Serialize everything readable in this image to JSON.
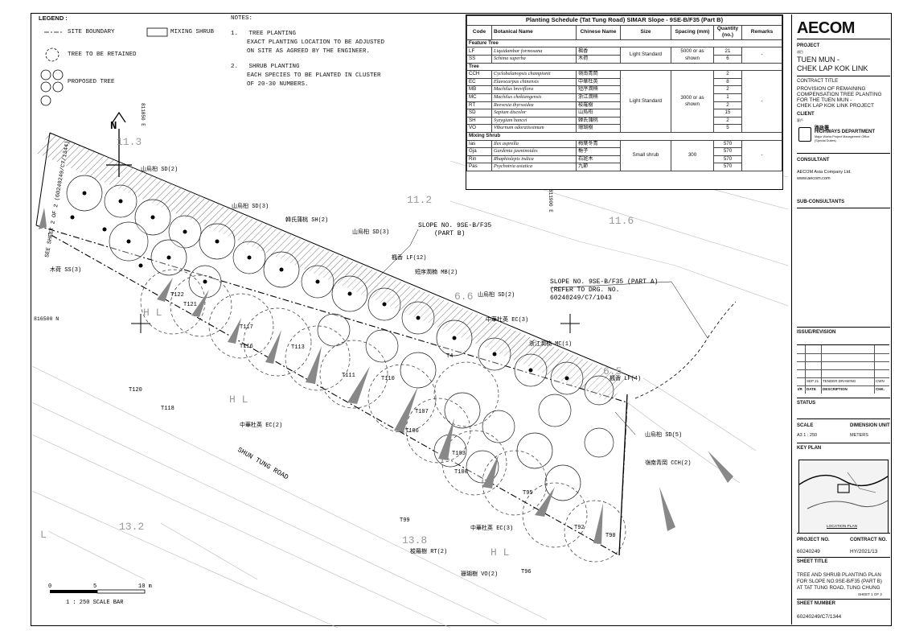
{
  "legend": {
    "title": "LEGEND :",
    "site_boundary": "SITE BOUNDARY",
    "mixing_shrub": "MIXING SHRUB",
    "tree_retained": "TREE TO BE RETAINED",
    "proposed_tree": "PROPOSED TREE"
  },
  "notes": {
    "title": "NOTES:",
    "n1_num": "1.",
    "n1_title": "TREE PLANTING",
    "n1_l1": "EXACT PLANTING LOCATION TO BE ADJUSTED",
    "n1_l2": "ON SITE AS AGREED BY THE ENGINEER.",
    "n2_num": "2.",
    "n2_title": "SHRUB PLANTING",
    "n2_l1": "EACH SPECIES TO BE PLANTED IN CLUSTER",
    "n2_l2": "OF 20-30 NUMBERS."
  },
  "schedule": {
    "title": "Planting Schedule (Tat Tung Road) SIMAR Slope - 9SE-B/F35 (Part B)",
    "headers": [
      "Code",
      "Botanical Name",
      "Chinese Name",
      "Size",
      "Spacing (mm)",
      "Quantity (no.)",
      "Remarks"
    ],
    "groups": [
      {
        "name": "Feature Tree",
        "size": "Light Standard",
        "spacing": "5000 or as shown",
        "remarks": "-",
        "rows": [
          {
            "code": "LF",
            "botanical": "Liquidambar formosana",
            "chinese": "楓香",
            "qty": "21"
          },
          {
            "code": "SS",
            "botanical": "Schima superba",
            "chinese": "木荷",
            "qty": "6"
          }
        ]
      },
      {
        "name": "Tree",
        "size": "Light Standard",
        "spacing": "3000 or as shown",
        "remarks": "-",
        "rows": [
          {
            "code": "CCH",
            "botanical": "Cyclobalanopsis championii",
            "chinese": "嶺南青岡",
            "qty": "2"
          },
          {
            "code": "EC",
            "botanical": "Elaeocarpus chinensis",
            "chinese": "中華杜英",
            "qty": "8"
          },
          {
            "code": "MB",
            "botanical": "Machilus breviflora",
            "chinese": "短序潤楠",
            "qty": "2"
          },
          {
            "code": "MC",
            "botanical": "Machilus chekiangensis",
            "chinese": "浙江潤楠",
            "qty": "1"
          },
          {
            "code": "RT",
            "botanical": "Reevesia thyrsoidea",
            "chinese": "梭羅樹",
            "qty": "2"
          },
          {
            "code": "SD",
            "botanical": "Sapium discolor",
            "chinese": "山烏桕",
            "qty": "15"
          },
          {
            "code": "SH",
            "botanical": "Syzygium hancei",
            "chinese": "韓氏蒲桃",
            "qty": "2"
          },
          {
            "code": "VO",
            "botanical": "Viburnum odoratissimum",
            "chinese": "珊瑚樹",
            "qty": "5"
          }
        ]
      },
      {
        "name": "Mixing Shrub",
        "size": "Small shrub",
        "spacing": "300",
        "remarks": "-",
        "rows": [
          {
            "code": "Ias",
            "botanical": "Ilex asprella",
            "chinese": "梅葉冬青",
            "qty": "570"
          },
          {
            "code": "Gja",
            "botanical": "Gardenia jasminoides",
            "chinese": "梔子",
            "qty": "570"
          },
          {
            "code": "Rin",
            "botanical": "Rhaphiolepis indica",
            "chinese": "石斑木",
            "qty": "570"
          },
          {
            "code": "Pas",
            "botanical": "Psychotria asiatica",
            "chinese": "九節",
            "qty": "570"
          }
        ]
      }
    ]
  },
  "titleblock": {
    "logo": "AECOM",
    "project_label": "PROJECT",
    "project_sub": "項目",
    "project_l1": "TUEN MUN -",
    "project_l2": "CHEK LAP KOK LINK",
    "contract_label": "CONTRACT TITLE",
    "contract_l1": "PROVISION OF REMAINING",
    "contract_l2": "COMPENSATION TREE PLANTING",
    "contract_l3": "FOR THE TUEN MUN -",
    "contract_l4": "CHEK LAP KOK LINK PROJECT",
    "client_label": "CLIENT",
    "client_sub": "客戶",
    "client_cn": "路政署",
    "client_name": "HIGHWAYS DEPARTMENT",
    "client_office1": "Major Works Project Management Office",
    "client_office2": "(Special Duties)",
    "consultant_label": "CONSULTANT",
    "consultant_name": "AECOM Asia Company Ltd.",
    "consultant_web": "www.aecom.com",
    "subconsultant_label": "SUB-CONSULTANTS",
    "issue_label": "ISSUE/REVISION",
    "issue_date": "SEP 21",
    "issue_desc": "TENDER DRAWING",
    "issue_chk": "CWN",
    "issue_hdr_ir": "I/R",
    "issue_hdr_date": "DATE",
    "issue_hdr_desc": "DESCRIPTION",
    "issue_hdr_chk": "CHK.",
    "status_label": "STATUS",
    "scale_label": "SCALE",
    "scale_value": "A3  1 : 250",
    "dim_label": "DIMENSION UNIT",
    "dim_value": "METERS",
    "keyplan_label": "KEY PLAN",
    "keyplan_caption": "LOCATION PLAN",
    "projno_label": "PROJECT NO.",
    "projno_value": "60240249",
    "contractno_label": "CONTRACT NO.",
    "contractno_value": "HY/2021/13",
    "sheettitle_label": "SHEET TITLE",
    "sheettitle_l1": "TREE AND SHRUB PLANTING PLAN",
    "sheettitle_l2": "FOR SLOPE NO.9SE-B/F35 (PART B)",
    "sheettitle_l3": "AT TAT TUNG ROAD, TUNG CHUNG",
    "sheet_of": "SHEET 1 OF 2",
    "sheetno_label": "SHEET NUMBER",
    "sheetno_value": "60240249/C7/1344"
  },
  "plan": {
    "north": "N",
    "grid_e": "811850 E",
    "grid_e2": "811900 E",
    "grid_n": "816500 N",
    "match_line": "SEE SHEET 2 OF 2 (60240249/C7/1344)",
    "slope_b_l1": "SLOPE NO. 9SE-B/F35",
    "slope_b_l2": "(PART B)",
    "slope_a_l1": "SLOPE NO. 9SE-B/F35 (PART A)",
    "slope_a_l2": "(REFER TO DRG. NO.",
    "slope_a_l3": "60240249/C7/1043",
    "road": "SHUN TUNG ROAD",
    "lvl_113": "11.3",
    "lvl_112": "11.2",
    "lvl_116": "11.6",
    "lvl_66": "6.6",
    "lvl_65": "6.5",
    "lvl_132": "13.2",
    "lvl_138": "13.8",
    "hl1": "H L",
    "hl2": "H L",
    "hl3": "H L",
    "l_mark": "L",
    "labels": [
      "山烏桕 SD(2)",
      "山烏桕 SD(3)",
      "韓氏蒲桃 SH(2)",
      "山烏桕 SD(3)",
      "木荷 SS(3)",
      "楓香 LF(12)",
      "短序潤楠 MB(2)",
      "山烏桕 SD(2)",
      "中華杜英 EC(3)",
      "浙江潤楠 MC(1)",
      "楓香 LF(4)",
      "山烏桕 SD(5)",
      "嶺南青岡 CCH(2)",
      "中華杜英 EC(2)",
      "中華杜英 EC(3)",
      "梭羅樹 RT(2)",
      "珊瑚樹 VO(2)"
    ],
    "trees": [
      "T122",
      "T121",
      "T117",
      "T116",
      "T113",
      "T111",
      "T110",
      "T107",
      "T106",
      "T103",
      "T100",
      "T99",
      "T95",
      "T92",
      "T90",
      "T96",
      "T4",
      "T120",
      "T118"
    ],
    "scalebar_0": "0",
    "scalebar_5": "5",
    "scalebar_10": "10 m",
    "scalebar_caption": "1 : 250  SCALE BAR"
  }
}
